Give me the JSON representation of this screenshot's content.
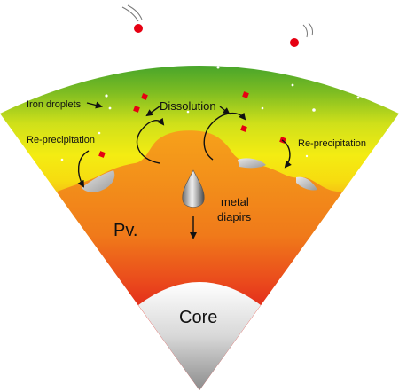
{
  "labels": {
    "iron_droplets": "Iron droplets",
    "dissolution": "Dissolution",
    "re_precipitation_left": "Re-precipitation",
    "re_precipitation_right": "Re-precipitation",
    "metal": "metal",
    "diapirs": "diapirs",
    "pv": "Pv.",
    "core": "Core"
  },
  "colors": {
    "top_green": "#2f9a2f",
    "yellow": "#f1ea10",
    "orange": "#f39a17",
    "red": "#e41f1c",
    "droplet_red": "#e60012",
    "core_light": "#f5f5f5",
    "core_dark": "#8a8a8a"
  }
}
